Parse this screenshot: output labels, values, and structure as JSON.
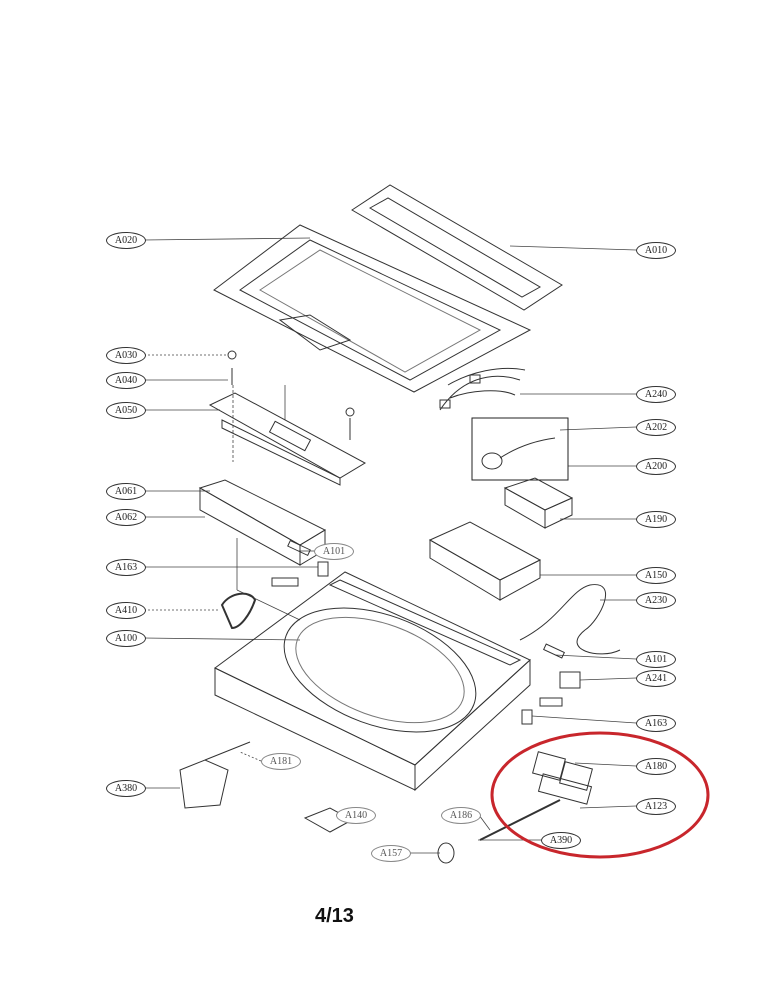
{
  "page_number": "4/13",
  "highlight_color": "#c8262c",
  "labels": {
    "a020": "A020",
    "a010": "A010",
    "a030": "A030",
    "a040": "A040",
    "a050": "A050",
    "a240": "A240",
    "a202": "A202",
    "a200": "A200",
    "a061": "A061",
    "a062": "A062",
    "a101_left": "A101",
    "a190": "A190",
    "a163_left": "A163",
    "a150": "A150",
    "a410": "A410",
    "a230": "A230",
    "a100": "A100",
    "a101_right": "A101",
    "a241": "A241",
    "a163_right": "A163",
    "a180": "A180",
    "a123": "A123",
    "a380": "A380",
    "a181": "A181",
    "a140": "A140",
    "a186": "A186",
    "a390": "A390",
    "a157": "A157"
  }
}
